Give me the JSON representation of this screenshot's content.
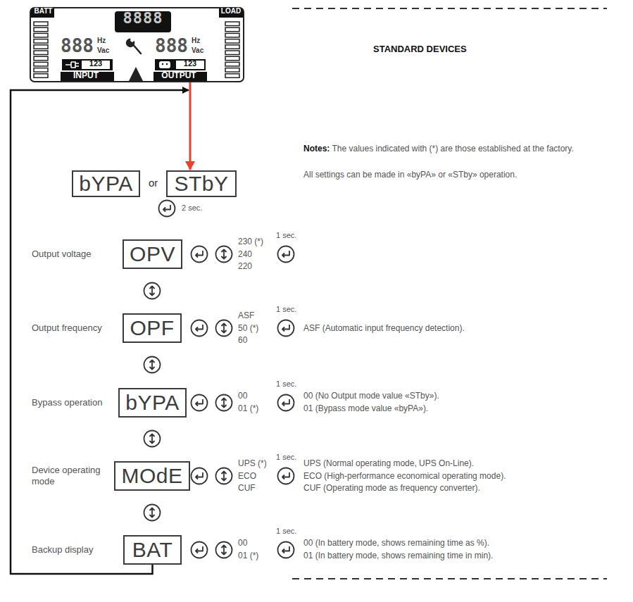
{
  "diagram": {
    "title": "STANDARD DEVICES",
    "nodes": [
      {
        "text": [
          "BATT",
          "8888",
          "LOAD",
          "888",
          "Hz",
          "Vac",
          "888",
          "Hz",
          "Vac",
          "123",
          "INPUT",
          "123",
          "OUTPUT"
        ]
      },
      {
        "text": [
          "bYPA"
        ]
      },
      {
        "text": [
          "STbY"
        ]
      },
      {
        "text": [
          "OPV"
        ]
      },
      {
        "text": [
          "OPF"
        ]
      },
      {
        "text": [
          "bYPA"
        ]
      },
      {
        "text": [
          "MOdE"
        ]
      },
      {
        "text": [
          "BAT"
        ]
      }
    ],
    "edges": [
      {
        "from": 0,
        "to": 2,
        "arrow": "to"
      },
      {
        "from": 7,
        "to": 0,
        "arrow": "to"
      }
    ],
    "labels": [
      "or",
      "2 sec.",
      "Output voltage",
      "230 (*)",
      "240",
      "220",
      "1 sec.",
      "Output frequency",
      "ASF",
      "50 (*)",
      "60",
      "1 sec.",
      "ASF (Automatic input frequency detection).",
      "Bypass operation",
      "00",
      "01 (*)",
      "1 sec.",
      "00 (No Output mode value «STby»).",
      "01 (Bypass mode value «byPA»).",
      "Device operating mode",
      "UPS (*)",
      "ECO",
      "CUF",
      "1 sec.",
      "UPS (Normal operating mode, UPS On-Line).",
      "ECO (High-performance economical operating mode).",
      "CUF (Operating mode as frequency converter).",
      "Backup display",
      "00",
      "01 (*)",
      "1 sec.",
      "00 (In battery mode, shows remaining time as %).",
      "01 (In battery mode, shows remaining time in min).",
      "Notes:",
      "The values indicated with (*) are those established at the factory.",
      "All settings can be made in «byPA» or «STby» operation."
    ]
  }
}
